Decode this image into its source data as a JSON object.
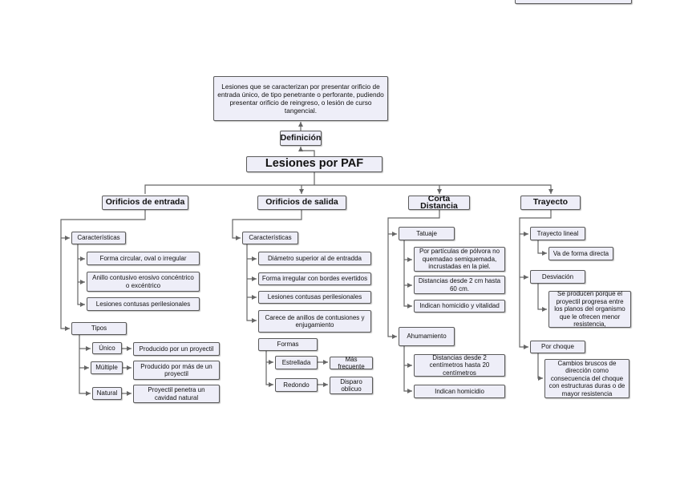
{
  "root": "Lesiones por PAF",
  "definition_label": "Definición",
  "definition_text": "Lesiones que se caracterizan por presentar orificio de entrada único, de tipo penetrante o perforante, pudiendo presentar orificio de reingreso, o lesión de curso tangencial.",
  "entrada": {
    "title": "Orificios de entrada",
    "caracteristicas": "Características",
    "items": [
      "Forma circular, oval o irregular",
      "Anillo contusivo erosivo concéntrico o excéntrico",
      "Lesiones contusas perilesionales"
    ],
    "tipos": "Tipos",
    "tipos_items": [
      {
        "name": "Único",
        "desc": "Producido por un proyectil"
      },
      {
        "name": "Múltiple",
        "desc": "Producido por más de un proyectil"
      },
      {
        "name": "Natural",
        "desc": "Proyectil penetra un cavidad natural"
      }
    ]
  },
  "salida": {
    "title": "Orificios de salida",
    "caracteristicas": "Características",
    "items": [
      "Diámetro superior al de entradda",
      "Forma irregular con bordes evertidos",
      "Lesiones contusas perilesionales",
      "Carece de anillos de contusiones y enjugamiento"
    ],
    "formas": "Formas",
    "formas_items": [
      {
        "name": "Estrellada",
        "desc": "Más frecuente"
      },
      {
        "name": "Redondo",
        "desc": "Disparo oblicuo"
      }
    ]
  },
  "corta": {
    "title": "Corta Distancia",
    "tatuaje": "Tatuaje",
    "tatuaje_items": [
      "Por partículas de pólvora no quemadao semiquemada, incrustadas en la piel.",
      "Distancias desde 2 cm hasta 60 cm.",
      "Indican homicidio y vitalidad"
    ],
    "ahumamiento": "Ahumamiento",
    "ahumamiento_items": [
      "Distancias desde 2 centímetros hasta 20 centímetros",
      "Indican homicidio"
    ]
  },
  "trayecto": {
    "title": "Trayecto",
    "lineal": "Trayecto lineal",
    "lineal_desc": "Va de forma directa",
    "desviacion": "Desviación",
    "desviacion_desc": "Se producen porque el proyectil progresa entre  los planos del organismo que le ofrecen menor resistencia,",
    "choque": "Por choque",
    "choque_desc": "Cambios bruscos de dirección como consecuencia  del choque con estructuras duras o de mayor resistencia"
  },
  "colors": {
    "node_fill": "#eeeef8",
    "border": "#5a5a5a",
    "line": "#666666"
  }
}
